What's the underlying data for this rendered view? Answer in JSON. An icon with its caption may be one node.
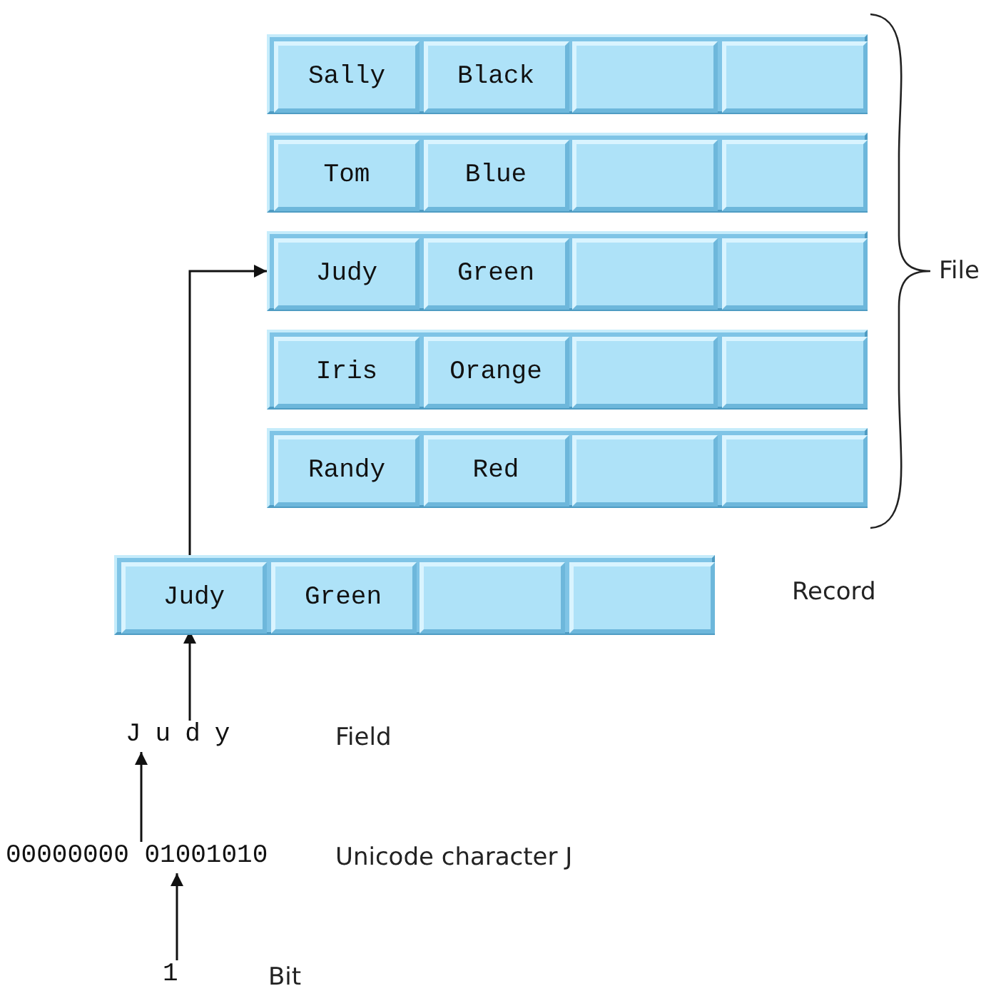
{
  "diagram": {
    "nodes": [
      {
        "text": [],
        "shape": "bar"
      },
      {
        "text": [
          "Sally"
        ],
        "in": 0
      },
      {
        "text": [
          "Black"
        ],
        "in": 0
      },
      {
        "text": [],
        "shape": "box",
        "in": 0
      },
      {
        "text": [],
        "shape": "box",
        "in": 0
      },
      {
        "text": [],
        "shape": "bar"
      },
      {
        "text": [
          "Tom"
        ],
        "in": 5
      },
      {
        "text": [
          "Blue"
        ],
        "in": 5
      },
      {
        "text": [],
        "shape": "box",
        "in": 5
      },
      {
        "text": [],
        "shape": "box",
        "in": 5
      },
      {
        "text": [],
        "shape": "bar"
      },
      {
        "text": [
          "Judy"
        ],
        "in": 10
      },
      {
        "text": [
          "Green"
        ],
        "in": 10
      },
      {
        "text": [],
        "shape": "box",
        "in": 10
      },
      {
        "text": [],
        "shape": "box",
        "in": 10
      },
      {
        "text": [],
        "shape": "bar"
      },
      {
        "text": [
          "Iris"
        ],
        "in": 15
      },
      {
        "text": [
          "Orange"
        ],
        "in": 15
      },
      {
        "text": [],
        "shape": "box",
        "in": 15
      },
      {
        "text": [],
        "shape": "box",
        "in": 15
      },
      {
        "text": [],
        "shape": "bar"
      },
      {
        "text": [
          "Randy"
        ],
        "in": 20
      },
      {
        "text": [
          "Red"
        ],
        "in": 20
      },
      {
        "text": [],
        "shape": "box",
        "in": 20
      },
      {
        "text": [],
        "shape": "box",
        "in": 20
      },
      {
        "text": [],
        "shape": "bar"
      },
      {
        "text": [
          "Judy"
        ],
        "in": 25
      },
      {
        "text": [
          "Green"
        ],
        "in": 25
      },
      {
        "text": [],
        "shape": "box",
        "in": 25
      },
      {
        "text": [],
        "shape": "box",
        "in": 25
      },
      {
        "text": [
          "Judy"
        ]
      },
      {
        "text": [
          "00000000 01001010"
        ]
      },
      {
        "text": [
          "1"
        ]
      }
    ],
    "edges": [
      {
        "from": 25,
        "to": 10,
        "arrow": "to"
      },
      {
        "from": 30,
        "to": 26,
        "arrow": "to"
      },
      {
        "from": 31,
        "to": 30,
        "arrow": "to"
      },
      {
        "from": 32,
        "to": 31,
        "arrow": "to"
      }
    ],
    "labels": [
      "File",
      "Record",
      "Field",
      "Unicode character J",
      "Bit"
    ]
  }
}
